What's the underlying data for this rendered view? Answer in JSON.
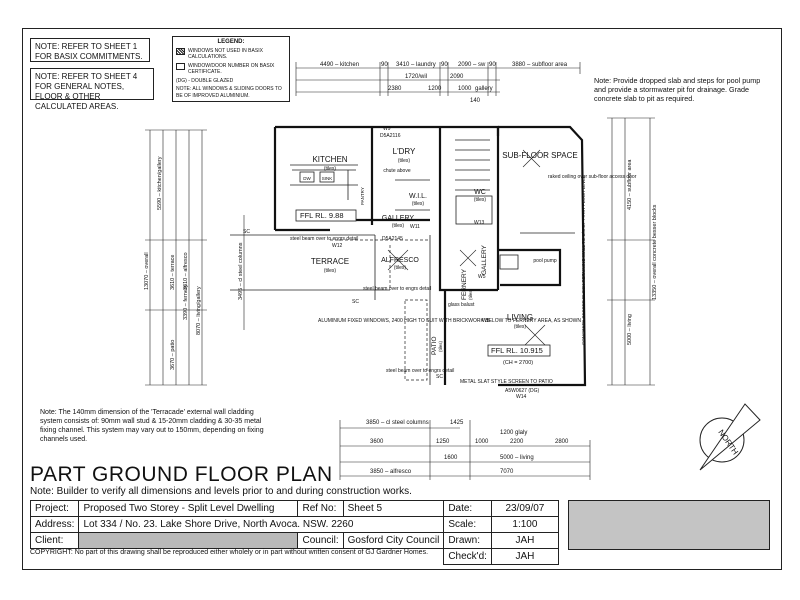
{
  "notes": {
    "note1": "NOTE: REFER TO SHEET 1 FOR BASIX COMMITMENTS.",
    "note2": "NOTE: REFER TO SHEET 4 FOR GENERAL NOTES, FLOOR & OTHER CALCULATED AREAS.",
    "side_note": "Note: Provide dropped slab and steps for pool pump and provide a stormwater pit for drainage. Grade concrete slab to pit as required.",
    "bottom_note": "Note: The 140mm dimension of the 'Terracade' external wall cladding system consists of: 90mm wall stud & 15-20mm cladding & 30-35 metal fixing channel. This system may vary out to 150mm, depending on fixing channels used.",
    "aluminium_note": "ALUMINIUM FIXED WINDOWS, 2400 HIGH TO SUIT WITH BRICKWORK BELOW TO FERNERY AREA, AS SHOWN"
  },
  "legend": {
    "title": "LEGEND:",
    "items": [
      "WINDOWS NOT USED IN BASIX CALCULATIONS.",
      "WINDOW/DOOR NUMBER ON BASIX CERTIFICATE.",
      "(DG) - DOUBLE GLAZED",
      "NOTE: ALL WINDOWS & SLIDING DOORS TO BE OF IMPROVED ALUMINIUM."
    ]
  },
  "rooms": {
    "kitchen": "KITCHEN",
    "kitchen_sub": "(tiles)",
    "ldry": "L'DRY",
    "ldry_sub": "(tiles)",
    "wil": "W.I.L.",
    "wil_sub": "(tiles)",
    "wc": "WC",
    "wc_sub": "(tiles)",
    "subfloor": "SUB-FLOOR SPACE",
    "gallery": "GALLERY",
    "gallery_sub": "(tiles)",
    "terrace": "TERRACE",
    "terrace_sub": "(tiles)",
    "alfresco": "ALFRESCO",
    "alfresco_sub": "(tiles)",
    "fernery": "FERNERY",
    "fernery_sub": "(tiles)",
    "gallery2": "GALLERY",
    "living": "LIVING",
    "living_sub": "(tiles)",
    "patio": "PATIO",
    "patio_sub": "(tiles)",
    "pantry": "PANTRY",
    "pool_pump": "pool pump",
    "chute": "chute above",
    "dw": "DW",
    "sink": "SINK"
  },
  "levels": {
    "ffl1": "FFL RL. 9.88",
    "ffl2": "FFL RL. 10.915",
    "ch": "(CH = 2700)"
  },
  "labels": {
    "raked": "raked ceiling over sub-floor access door",
    "beam1": "steel beam over to engrs detail",
    "beam2": "steel beam over to engrs detail",
    "beam3": "steel beam over to engrs detail",
    "slat": "METAL SLAT STYLE SCREEN TO PATIO",
    "retaining": "CONCRETE BESSER BLOCK RETAINING WALL TO U/S OF FIRST FLOOR LEVEL",
    "glass": "glass balust",
    "sc": "SC",
    "north": "NORTH"
  },
  "windows": [
    "W9",
    "D5A2116",
    "W11",
    "W12",
    "W13",
    "D5A2145",
    "W5",
    "A5W0627 (DG)",
    "W14",
    "W8"
  ],
  "dimensions": {
    "top1": "4490 – kitchen",
    "top2": "90",
    "top3": "3410 – laundry",
    "top4": "90",
    "top5": "2090 – sw",
    "top6": "90",
    "top7": "3880 – subfloor area",
    "top8": "2380",
    "top9": "1720/wil",
    "top10": "1200",
    "top11": "2090",
    "top12": "140",
    "top13": "1000",
    "top14": "gallery",
    "left_overall": "13070 – overall",
    "left_kitchen": "5590 – kitchen/gallery",
    "left_terrace": "3610 – terrace",
    "left_patio": "3670 – patio",
    "left_living": "8070 – living/gallery",
    "left_steel": "3495 – cl steel columns",
    "left_alfresco": "3610 – alfresco",
    "left_fernery": "3390 – fernery",
    "right_subfloor": "4150 – subfloor area",
    "right_overall": "13350 – overall concrete besser blocks",
    "right_living": "5000 – living",
    "bot1": "3850 – cl steel columns",
    "bot2": "3600",
    "bot3": "1250",
    "bot4": "1000",
    "bot5": "2200",
    "bot6": "2800",
    "bot7": "1600",
    "bot8": "5000 – living",
    "bot9": "3850 – alfresco",
    "bot10": "7070",
    "bot11": "1425",
    "bot12": "1200 glaly"
  },
  "title": {
    "main": "PART GROUND FLOOR PLAN",
    "sub": "Note: Builder to verify all dimensions and levels prior to and during construction works."
  },
  "titleblock": {
    "project_label": "Project:",
    "project": "Proposed Two Storey - Split Level Dwelling",
    "refno_label": "Ref No:",
    "sheet": "Sheet 5",
    "date_label": "Date:",
    "date": "23/09/07",
    "address_label": "Address:",
    "address": "Lot 334 / No. 23. Lake Shore Drive, North Avoca. NSW. 2260",
    "scale_label": "Scale:",
    "scale": "1:100",
    "client_label": "Client:",
    "council_label": "Council:",
    "council": "Gosford City Council",
    "drawn_label": "Drawn:",
    "drawn": "JAH",
    "checkd_label": "Check'd:",
    "checkd": "JAH",
    "copyright": "COPYRIGHT: No part of this drawing shall be reproduced either wholely or in part without written consent of GJ Gardner Homes."
  }
}
